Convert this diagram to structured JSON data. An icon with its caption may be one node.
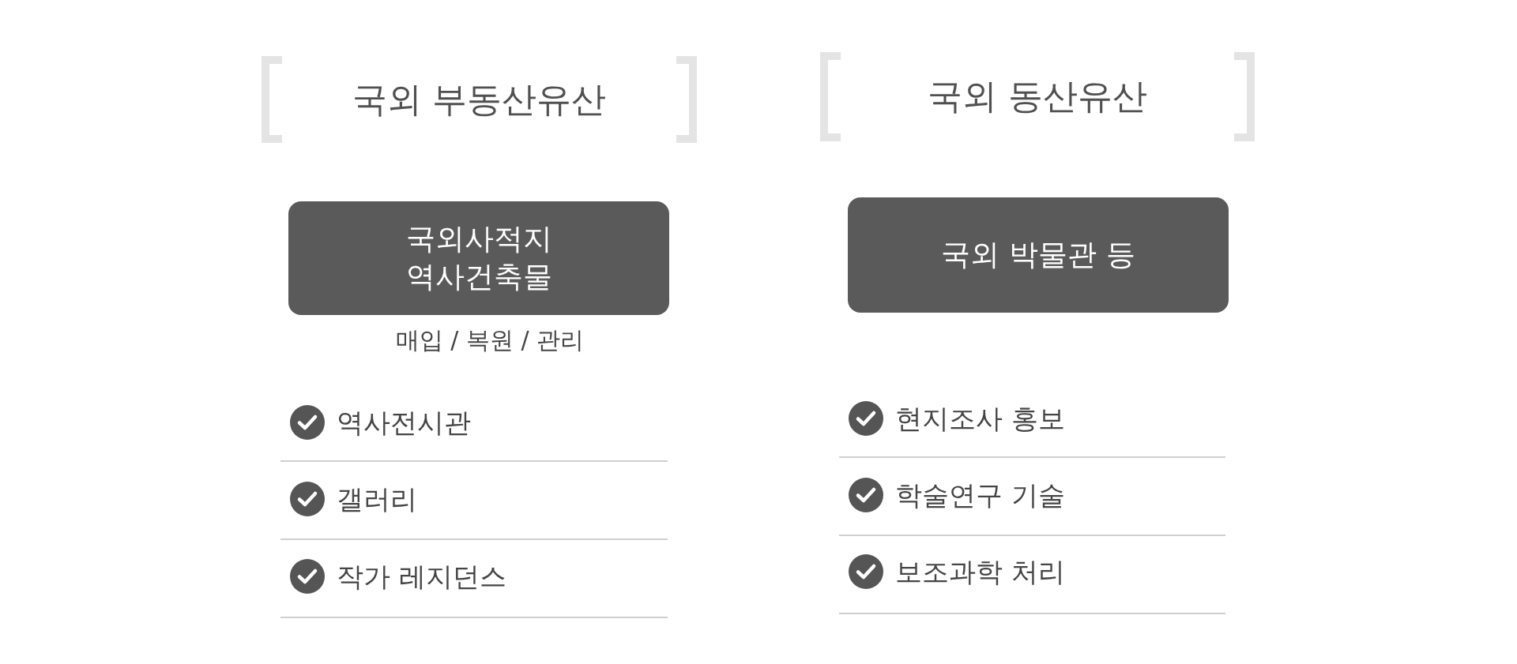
{
  "diagram": {
    "nodes": [
      {
        "text": [
          "국외 부동산유산"
        ]
      },
      {
        "text": [
          "국외사적지 역사건축물"
        ],
        "beside": [
          "매입 / 복원 / 관리"
        ]
      },
      {
        "text": [
          "국외 동산유산"
        ]
      },
      {
        "text": [
          "국외 박물관 등"
        ]
      }
    ],
    "edges": [],
    "labels": [
      "역사전시관",
      "갤러리",
      "작가 레지던스",
      "현지조사 홍보",
      "학술연구 기술",
      "보조과학 처리"
    ]
  }
}
